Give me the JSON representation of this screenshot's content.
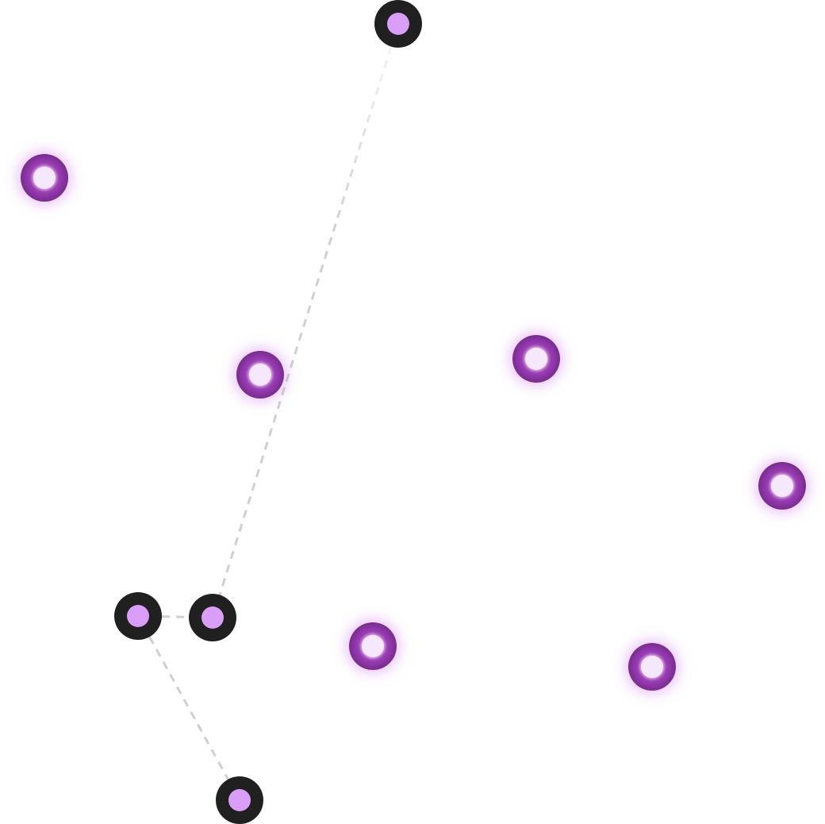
{
  "colors": {
    "background": "#ffffff",
    "connected_ring": "#202020",
    "connected_core": "#d99ef8",
    "free_ring": "#8e35a8",
    "free_core": "#f6e8fc",
    "link": "#cfcfcf"
  },
  "nodes": [
    {
      "id": "n1",
      "state": "connected"
    },
    {
      "id": "n2",
      "state": "free"
    },
    {
      "id": "n3",
      "state": "free"
    },
    {
      "id": "n4",
      "state": "free"
    },
    {
      "id": "n5",
      "state": "free"
    },
    {
      "id": "n6",
      "state": "connected"
    },
    {
      "id": "n7",
      "state": "connected"
    },
    {
      "id": "n8",
      "state": "free"
    },
    {
      "id": "n9",
      "state": "free"
    },
    {
      "id": "n10",
      "state": "connected"
    }
  ],
  "links": [
    {
      "from": "n1",
      "to": "n7"
    },
    {
      "from": "n6",
      "to": "n7"
    },
    {
      "from": "n6",
      "to": "n10"
    }
  ]
}
